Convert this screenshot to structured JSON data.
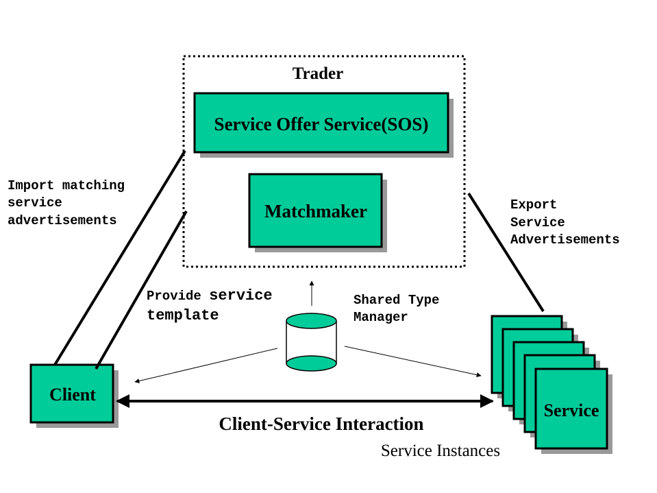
{
  "trader": {
    "label": "Trader"
  },
  "sos": {
    "label": "Service Offer Service(SOS)"
  },
  "matchmaker": {
    "label": "Matchmaker"
  },
  "client": {
    "label": "Client"
  },
  "service": {
    "label": "Service"
  },
  "service_instances": {
    "label": "Service Instances"
  },
  "interaction": {
    "label": "Client-Service Interaction"
  },
  "import_label": {
    "lines": [
      "Import matching",
      "service",
      "advertisements"
    ]
  },
  "export_label": {
    "lines": [
      "Export",
      "Service",
      "Advertisements"
    ]
  },
  "provide_label": {
    "part1": "Provide ",
    "part2": "service",
    "line2": "template"
  },
  "shared_type": {
    "lines": [
      "Shared Type",
      "Manager"
    ]
  },
  "colors": {
    "box_fill": "#00cc99",
    "shadow": "#999999",
    "stroke": "#000000"
  }
}
